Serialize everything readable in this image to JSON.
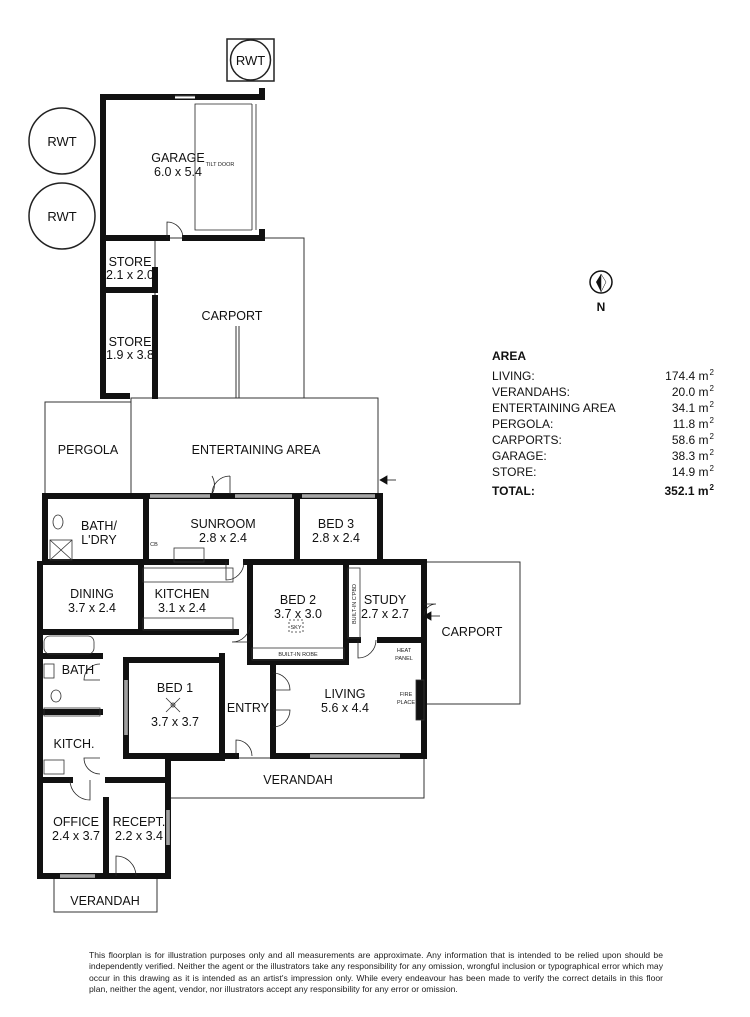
{
  "rooms": {
    "garage": {
      "name": "GARAGE",
      "size": "6.0 x 5.4",
      "door_note": "TILT DOOR"
    },
    "store_upper": {
      "name": "STORE",
      "size": "2.1 x 2.0"
    },
    "store_lower": {
      "name": "STORE",
      "size": "1.9 x 3.8"
    },
    "carport_main": {
      "name": "CARPORT"
    },
    "pergola": {
      "name": "PERGOLA"
    },
    "entertaining": {
      "name": "ENTERTAINING AREA"
    },
    "bath_laundry": {
      "name_line1": "BATH/",
      "name_line2": "L'DRY"
    },
    "sunroom": {
      "name": "SUNROOM",
      "size": "2.8 x 2.4",
      "cb_note": "CB"
    },
    "bed3": {
      "name": "BED 3",
      "size": "2.8 x 2.4"
    },
    "dining": {
      "name": "DINING",
      "size": "3.7 x 2.4"
    },
    "kitchen": {
      "name": "KITCHEN",
      "size": "3.1 x 2.4"
    },
    "bed2": {
      "name": "BED 2",
      "size": "3.7 x 3.0",
      "sky_note": "SKY",
      "robe_note": "BUILT-IN ROBE"
    },
    "study": {
      "name": "STUDY",
      "size": "2.7 x 2.7",
      "cpbd_note": "BUILT-IN C'PBD",
      "heat_note_1": "HEAT",
      "heat_note_2": "PANEL"
    },
    "carport_side": {
      "name": "CARPORT"
    },
    "bath": {
      "name": "BATH"
    },
    "bed1": {
      "name": "BED 1",
      "size": "3.7 x 3.7"
    },
    "entry": {
      "name": "ENTRY"
    },
    "living": {
      "name": "LIVING",
      "size": "5.6 x 4.4",
      "fire_note_1": "FIRE",
      "fire_note_2": "PLACE"
    },
    "kitch": {
      "name": "KITCH."
    },
    "verandah_main": {
      "name": "VERANDAH"
    },
    "office": {
      "name": "OFFICE",
      "size": "2.4 x 3.7"
    },
    "recept": {
      "name": "RECEPT.",
      "size": "2.2 x 3.4"
    },
    "verandah_front": {
      "name": "VERANDAH"
    }
  },
  "tanks": {
    "label": "RWT"
  },
  "compass": {
    "label": "N"
  },
  "area": {
    "title": "AREA",
    "unit": "m",
    "unit_sup": "2",
    "rows": [
      {
        "label": "LIVING:",
        "value": "174.4"
      },
      {
        "label": "VERANDAHS:",
        "value": "20.0"
      },
      {
        "label": "ENTERTAINING AREA",
        "value": "34.1"
      },
      {
        "label": "PERGOLA:",
        "value": "11.8"
      },
      {
        "label": "CARPORTS:",
        "value": "58.6"
      },
      {
        "label": "GARAGE:",
        "value": "38.3"
      },
      {
        "label": "STORE:",
        "value": "14.9"
      }
    ],
    "total": {
      "label": "TOTAL:",
      "value": "352.1"
    }
  },
  "disclaimer": "This floorplan is for illustration purposes only and all measurements are approximate. Any information that is intended to be relied upon should be independently verified. Neither the agent or the illustrators take any responsibility for any omission, wrongful inclusion or typographical error which may occur in this drawing as it is intended as an artist's impression only. While every endeavour has been made to verify the correct details in this floor plan, neither the agent, vendor, nor illustrators accept any responsibility for any error or omission."
}
